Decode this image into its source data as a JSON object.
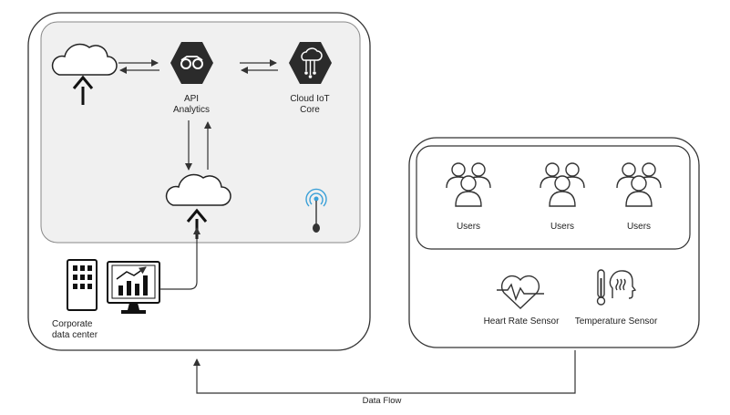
{
  "nodes": {
    "api_analytics": {
      "line1": "API",
      "line2": "Analytics",
      "icon": "api-analytics-hexagon-icon"
    },
    "cloud_iot_core": {
      "line1": "Cloud IoT",
      "line2": "Core",
      "icon": "cloud-iot-core-hexagon-icon"
    },
    "corporate_data_center": {
      "line1": "Corporate",
      "line2": "data center",
      "icon": "server-building-icon"
    },
    "users": [
      {
        "label": "Users",
        "icon": "user-group-icon"
      },
      {
        "label": "Users",
        "icon": "user-group-icon"
      },
      {
        "label": "Users",
        "icon": "user-group-icon"
      }
    ],
    "heart_rate_sensor": {
      "label": "Heart Rate Sensor",
      "icon": "heart-pulse-icon"
    },
    "temperature_sensor": {
      "label": "Temperature Sensor",
      "icon": "thermometer-face-icon"
    }
  },
  "edges": {
    "data_flow": {
      "label": "Data Flow"
    }
  },
  "colors": {
    "stroke": "#333333",
    "inner_panel_fill": "#f0f0f0",
    "hexagon_fill": "#2b2b2b",
    "sensor_blue": "#3aa0d8"
  }
}
